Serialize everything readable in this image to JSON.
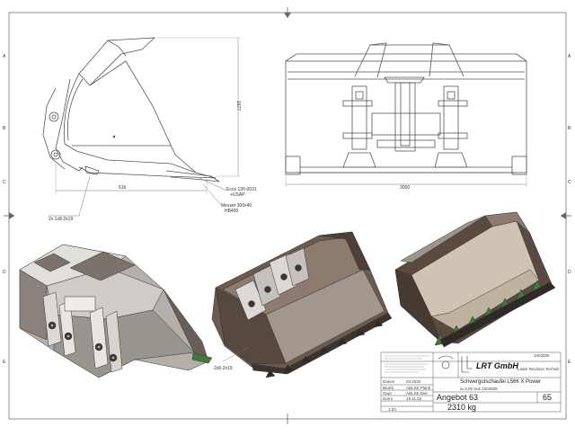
{
  "drawing": {
    "dimensions": {
      "side_width": "616",
      "side_height": "1677",
      "front_width": "3000"
    },
    "annotations": {
      "ecco": "Ecco 130-0031",
      "ecco_sub": "+USAP",
      "messer": "Messer 300x40",
      "messer_sub": "HB400",
      "teeth_top": "2x 1x8-2x19",
      "teeth_bottom": "2x8-2x19"
    },
    "sheet_letters_left": [
      "A",
      "B",
      "C",
      "D",
      "E"
    ],
    "sheet_letters_right": [
      "A",
      "B",
      "C",
      "D",
      "E"
    ]
  },
  "title_block": {
    "company": "LRT GmbH",
    "company_sub": "Lader Revision Technik",
    "title_line1": "Schwergutschaufel L566 X Power",
    "title_line2": "a=3,05 Sus 1003005",
    "offer_label": "Angebot 63",
    "sheet_number": "65",
    "weight": "2310 kg",
    "scale": "1:20",
    "small_rows": [
      "Datum",
      "Bearb.",
      "Gepr.",
      "Norm"
    ],
    "small_vals": [
      "03.2020",
      "ABLSE Plank",
      "ABLSE Dier",
      "19.11.20"
    ],
    "corner_code": "1003005"
  },
  "colors": {
    "steel_light": "#c9c6c2",
    "steel_mid": "#9a938d",
    "steel_dark": "#5e534c",
    "bucket_brown": "#6b5a4e",
    "teeth_green": "#3f7a3b",
    "line": "#555555"
  }
}
